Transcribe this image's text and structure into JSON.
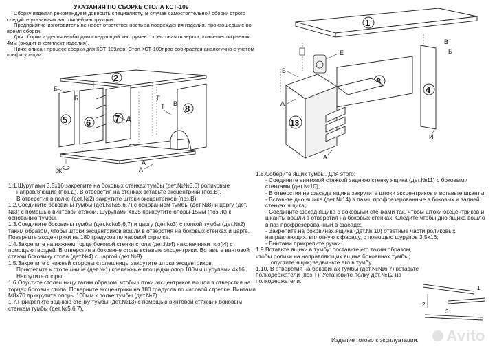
{
  "document": {
    "title": "УКАЗАНИЯ ПО СБОРКЕ СТОЛА КСТ-109",
    "intro": [
      "Сборку изделия рекомендуем доверить специалисту. В случае самостоятельной сборки строго следуйте указаниям настоящей инструкции.",
      "Предприятие-изготовитель не несет ответственность за повреждения изделия, произошедшие во время сборки.",
      "Для сборки изделия необходим следующий инструмент: крестовая отвертка, ключ-шестигранник 4мм (входит в комплект изделия).",
      "Ниже описан процесс сборки для КСТ-109лев. Стол КСТ-109прав собирается аналогично с учетом конфигурации."
    ],
    "final_text": "Изделие готово к эксплуатации."
  },
  "steps_left": [
    {
      "n": "1.1.",
      "lines": [
        "Шурупами 3,5х16 закрепите на боковых стенках тумбы (дет.№№5,6) роликовые",
        "направляющие (поз.Д). В отверстия на стенках вставьте эксцентрики (поз.Б).",
        "В отверстия в полке (дет.№2) закрутите штоки эксцентриков (поз.В)"
      ]
    },
    {
      "n": "1.2.",
      "lines": [
        "Соедините боковины тумбы (дет.№№5,6,7) с основанием тумбы (дет.№8) и царгу (дет.№3) с помощью винтовой стяжки. Шурупами 4х25 прикрутите опоры 15мм (поз.Ж) к основанию тумбы."
      ]
    },
    {
      "n": "1.3.",
      "lines": [
        "Соедините боковины тумбы (дет.№№5,6,7) и царгу (дет.№3) с полкой тумбы (дет.№2) таким образом, чтобы штоки эксцентриков вошли в отверстия на боковых стенках и царге. Поверните эксцентрики на 180 градусов по часовой стрелке."
      ]
    },
    {
      "n": "1.4.",
      "lines": [
        "Закрепите на нижнем торце боковой стенки стола (дет.№4) наконечники поз(И) с помощью гвоздей. В отверстия в боковине стола вставьте эксцентрики. Вставьте винтовой стяжки боковину стола (дет.№4) с царгой (дет.№8)."
      ]
    },
    {
      "n": "1.5.",
      "lines": [
        "Закрепите с нижней стороны столешницы закрутите штоки эксцентриков."
      ],
      "indent": [
        "Прикрепите к столешнице (дет.№1) крепежные площадки опор 100мм шурупами 4х16. Накрутите опоры."
      ]
    },
    {
      "n": "1.6.",
      "lines": [
        "Опустите столешницу таким образом, чтобы штоки эксцентриков вошли в отверстия на торцах боковин стола. Поверните эксцентрики на 180 градусов по часовой стрелке. Винтами М8х70 прикрутите опоры 100мм к полке тумбы (дет.№2)."
      ]
    },
    {
      "n": "1.7.",
      "lines": [
        "Прикрепите заднюю стенку тумбы (дет.№13) с помощью винтовой стяжки к боковым стенкам тумбы (дет.№5,6,7)."
      ]
    }
  ],
  "steps_right": {
    "s18_head": "1.8.Соберите ящик тумбы. Для этого:",
    "s18_items": [
      "- Соедините винтовой стяжкой заднюю стенку ящика (дет.№11) с боковыми стенками (дет.№10);",
      "- В отверстия на фасаде ящика закрутите штоки эксцентриков и вставьте шканты;",
      "- Вставьте дно ящика (дет.№14) в пазы, профрезерованные в боковых и задней стенках ящика;",
      "- Соедините фасад ящика с боковыми стенками так, чтобы штоки эксцентриков и шканты вошли в отверстия на боковых стенках. Следите чтобы дно ящика вошло в паз профрезерованный в фасаде;",
      "- Закрепите на боковинах ящика (дет.№ 10) ответные части роликовых направляющих, вплотную к фасаду, с помощью шурупов 3,5х16;",
      "- Винтами прикрепите ручки."
    ],
    "s19_lines": [
      "1.9.Вставьте ящики в тумбу: поставьте его таким образом, чтобы ролики на направляющих ящика боковинах тумбы;",
      "опустите ящик; задвиньте его в тумбу."
    ],
    "s110_lines": [
      "1.10. В отверстия на боковинах тумбы (дет.№№6,7) вставьте полкодержатели (поз.Т). Установите полку дет.№12 на полкодержатели."
    ]
  },
  "diagram_labels": {
    "left": [
      "2",
      "5",
      "6",
      "7",
      "8",
      "3",
      "Б",
      "Б",
      "Г",
      "Д",
      "Ж",
      "А",
      "А",
      "В",
      "Т"
    ],
    "right": [
      "1",
      "4",
      "8",
      "13",
      "Б",
      "В",
      "Е",
      "А",
      "А",
      "И"
    ]
  },
  "watermark": "Avito"
}
